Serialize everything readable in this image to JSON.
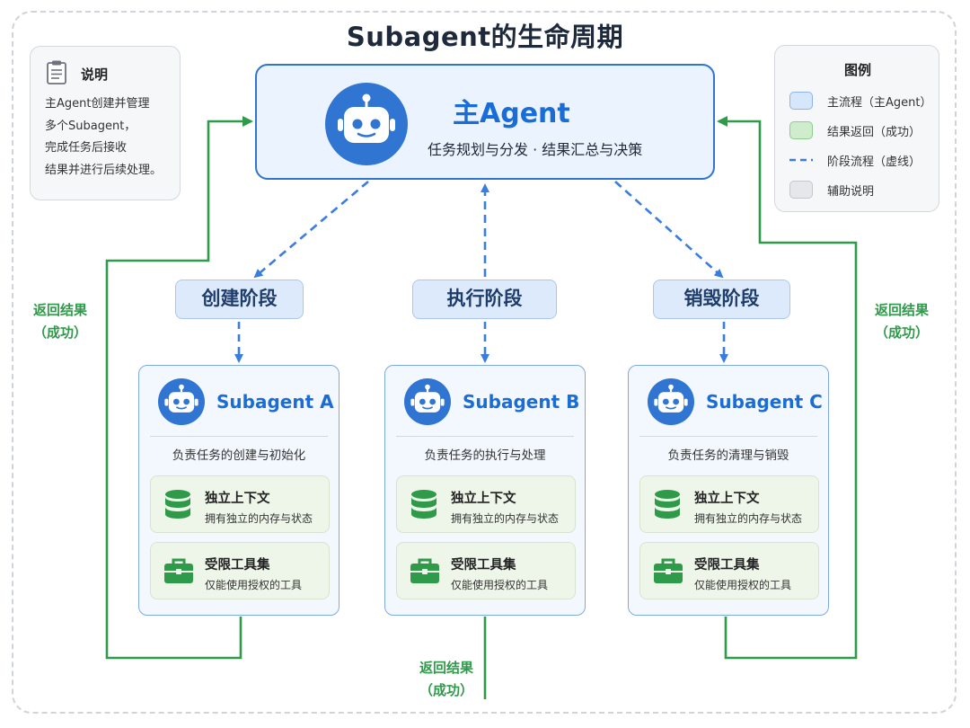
{
  "title": "Subagent的生命周期",
  "note": {
    "title": "说明",
    "lines": [
      "主Agent创建并管理",
      "多个Subagent，",
      "完成任务后接收",
      "结果并进行后续处理。"
    ]
  },
  "legend": {
    "title": "图例",
    "items": [
      {
        "label": "主流程（主Agent）",
        "color": "#d6e6fb"
      },
      {
        "label": "结果返回（成功）",
        "color": "#cfeccd"
      },
      {
        "label": "阶段流程（虚线）",
        "color": "#3a7de0"
      },
      {
        "label": "辅助说明",
        "color": "#e5e7ea"
      }
    ]
  },
  "main_agent": {
    "name": "主Agent",
    "desc": "任务规划与分发  ·  结果汇总与决策"
  },
  "stages": [
    {
      "label": "创建阶段"
    },
    {
      "label": "执行阶段"
    },
    {
      "label": "销毁阶段"
    }
  ],
  "subagents": [
    {
      "name": "Subagent A",
      "desc": "负责任务的创建与初始化",
      "features": [
        {
          "title": "独立上下文",
          "sub": "拥有独立的内存与状态"
        },
        {
          "title": "受限工具集",
          "sub": "仅能使用授权的工具"
        }
      ]
    },
    {
      "name": "Subagent B",
      "desc": "负责任务的执行与处理",
      "features": [
        {
          "title": "独立上下文",
          "sub": "拥有独立的内存与状态"
        },
        {
          "title": "受限工具集",
          "sub": "仅能使用授权的工具"
        }
      ]
    },
    {
      "name": "Subagent C",
      "desc": "负责任务的清理与销毁",
      "features": [
        {
          "title": "独立上下文",
          "sub": "拥有独立的内存与状态"
        },
        {
          "title": "受限工具集",
          "sub": "仅能使用授权的工具"
        }
      ]
    }
  ],
  "return_label": {
    "line1": "返回结果",
    "line2": "（成功）"
  },
  "icons": {
    "note": "clipboard-icon",
    "agent": "robot-icon",
    "context": "database-icon",
    "tools": "toolbox-icon"
  },
  "colors": {
    "accent_blue": "#2f75d1",
    "success_green": "#2f9a4a",
    "dashed_blue": "#3a7de0"
  }
}
